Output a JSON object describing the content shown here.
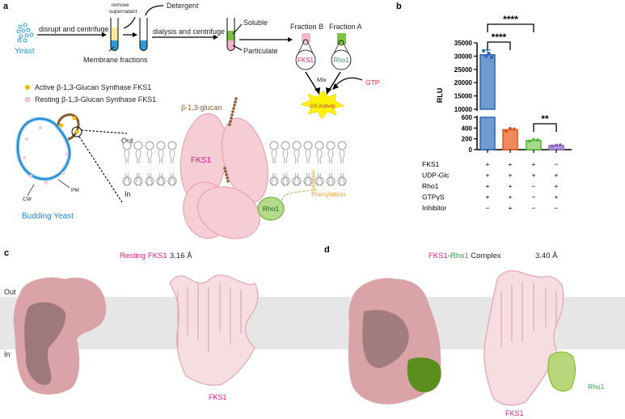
{
  "panels": {
    "a": {
      "label": "a",
      "yeast": "Yeast",
      "step1": "disrupt and centrifuge",
      "remove_supernatant_1": "remove",
      "remove_supernatant_2": "supernatant",
      "detergent": "Detergent",
      "membrane_fractions": "Membrane fractions",
      "step2": "dialysis and centrifuge",
      "soluble": "Soluble",
      "particulate": "Particulate",
      "fraction_b": "Fraction B",
      "fraction_a": "Fraction A",
      "fks1": "FKS1",
      "rho1": "Rho1",
      "mix": "Mix",
      "gtp": "GTP",
      "gs_activity": "GS Activity",
      "legend_active": "Active β-1,3-Glucan Synthase FKS1",
      "legend_resting": "Resting β-1,3-Glucan Synthase FKS1",
      "glucan": "β-1,3-glucan",
      "out": "Out",
      "in": "In",
      "cw": "CW",
      "pm": "PM",
      "budding_yeast": "Budding Yeast",
      "prenylation": "Prenylation"
    },
    "b": {
      "label": "b",
      "condition_rows": [
        {
          "name": "FKS1",
          "values": [
            "+",
            "+",
            "+",
            "−"
          ]
        },
        {
          "name": "UDP-Glc",
          "values": [
            "+",
            "+",
            "+",
            "+"
          ]
        },
        {
          "name": "Rho1",
          "values": [
            "+",
            "+",
            "−",
            "+"
          ]
        },
        {
          "name": "GTPγS",
          "values": [
            "+",
            "+",
            "−",
            "+"
          ]
        },
        {
          "name": "Inhibitor",
          "values": [
            "−",
            "+",
            "−",
            "−"
          ]
        }
      ],
      "significance": [
        {
          "from": 0,
          "to": 2,
          "label": "****"
        },
        {
          "from": 0,
          "to": 1,
          "label": "****"
        },
        {
          "from": 2,
          "to": 3,
          "label": "**"
        }
      ]
    },
    "c": {
      "label": "c",
      "title": "Resting FKS1",
      "resolution": "3.16 Å",
      "out": "Out",
      "in": "In",
      "model_label": "FKS1"
    },
    "d": {
      "label": "d",
      "title_part1": "FKS1",
      "title_part2": "-",
      "title_part3": "Rho1",
      "title_part4": " Complex",
      "resolution": "3.40 Å",
      "model_label": "FKS1",
      "rho1_label": "Rho1"
    }
  },
  "colors": {
    "fks1": "#e5197f",
    "rho1": "#2e9e4a",
    "gtp": "#e8202a",
    "bar1": "#6f9bd1",
    "bar2": "#f08a5d",
    "bar3": "#a6d98a",
    "bar4": "#b39ddb",
    "membrane_band": "#e6e6e6"
  },
  "chart_data": {
    "type": "bar",
    "title": "",
    "xlabel": "",
    "ylabel": "RLU",
    "broken_axis": true,
    "ylim_lower": [
      0,
      600
    ],
    "ylim_upper": [
      10000,
      35000
    ],
    "yticks_lower": [
      0,
      200,
      400,
      600
    ],
    "yticks_upper": [
      10000,
      15000,
      20000,
      25000,
      30000,
      35000
    ],
    "values": [
      30500,
      370,
      170,
      75
    ],
    "points": [
      [
        32000,
        30000,
        31000,
        29500
      ],
      [
        340,
        390,
        380
      ],
      [
        160,
        185,
        180
      ],
      [
        65,
        80,
        85
      ]
    ],
    "bar_colors": [
      "#6f9bd1",
      "#f08a5d",
      "#a6d98a",
      "#b39ddb"
    ],
    "edge_colors": [
      "#2a64b0",
      "#e0541c",
      "#57b33e",
      "#8a63c4"
    ]
  }
}
